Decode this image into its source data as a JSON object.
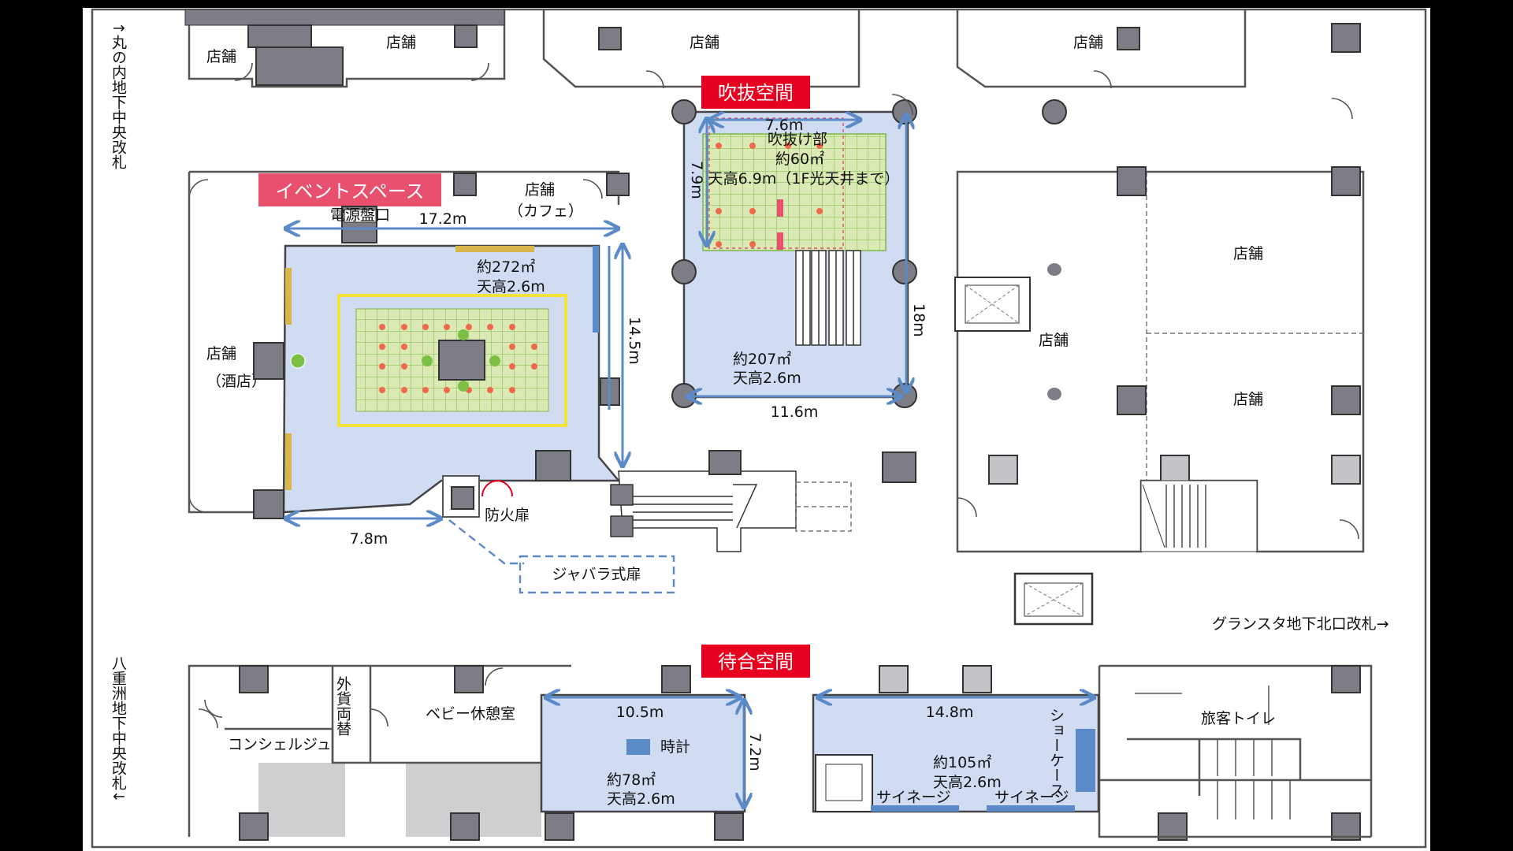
{
  "labels": {
    "tenant": "店舗",
    "tenant_cafe": "（カフェ）",
    "tenant_liquor": "（酒店）",
    "fukinuke_title": "吹抜空間",
    "event_title": "イベントスペース",
    "machiai_title": "待合空間",
    "left_top_vertical": "↑丸の内地下中央改札",
    "left_bottom_vertical": "八重洲地下中央改札↓",
    "right_exit": "グランスタ地下北口改札→",
    "electric_panel": "電源盤口",
    "fire_door": "防火扉",
    "accordion_door": "ジャバラ式扉",
    "concierge": "コンシェルジュ",
    "currency_exchange": "外貨両替",
    "baby_room": "ベビー休憩室",
    "toilet": "旅客トイレ",
    "clock": "時計",
    "signage": "サイネージ",
    "showcase": "ショーケース"
  },
  "event_space": {
    "width": "17.2m",
    "depth": "14.5m",
    "bottom_width": "7.8m",
    "area": "約272㎡",
    "ceiling": "天高2.6m"
  },
  "fukinuke": {
    "void_width": "7.6m",
    "void_depth": "7.9m",
    "void_label": "吹抜け部",
    "void_area": "約60㎡",
    "void_ceiling": "天高6.9m（1F光天井まで）",
    "area": "約207㎡",
    "ceiling": "天高2.6m",
    "width": "11.6m",
    "depth": "18m"
  },
  "machiai_left": {
    "width": "10.5m",
    "depth": "7.2m",
    "area": "約78㎡",
    "ceiling": "天高2.6m"
  },
  "machiai_right": {
    "width": "14.8m",
    "area": "約105㎡",
    "ceiling": "天高2.6m"
  },
  "colors": {
    "zone_fill": "#cfdcf2",
    "dimension_line": "#5b8ac8",
    "title_red": "#e8001f",
    "event_pink": "#e8506e",
    "grid_fill": "#dbeab4",
    "grid_line": "#7bb84a",
    "yellow_frame": "#f2e23a",
    "column_gray": "#7d7e85"
  }
}
